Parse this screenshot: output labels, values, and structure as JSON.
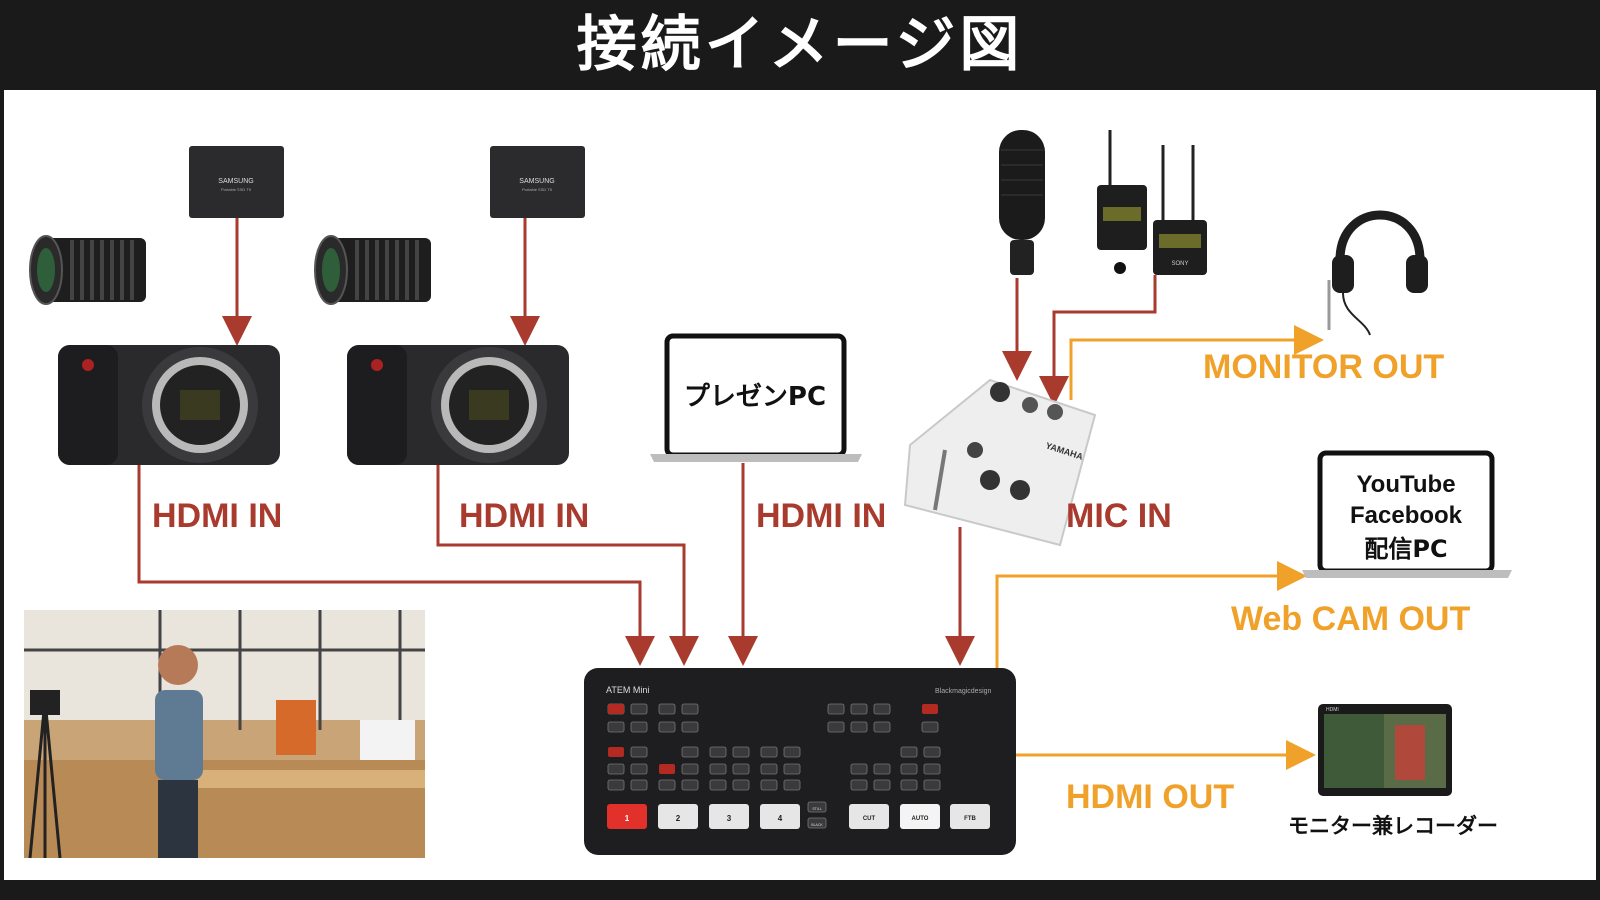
{
  "title": "接続イメージ図",
  "devices": {
    "ssd_brand": "SAMSUNG",
    "ssd_model": "Portable SSD T5",
    "presen_pc": "プレゼンPC",
    "stream_pc_line1": "YouTube",
    "stream_pc_line2": "Facebook",
    "stream_pc_line3": "配信PC",
    "monitor_recorder": "モニター兼レコーダー",
    "mixer_brand": "YAMAHA",
    "atem_name": "ATEM Mini",
    "atem_brand": "Blackmagicdesign",
    "atem_buttons": [
      "1",
      "2",
      "3",
      "4",
      "CUT",
      "AUTO",
      "FTB"
    ],
    "atem_small": [
      "STILL",
      "BLACK"
    ],
    "wireless_brand": "SONY",
    "monitor_tag": "HDMI"
  },
  "connections": {
    "hdmi_in_1": "HDMI IN",
    "hdmi_in_2": "HDMI IN",
    "hdmi_in_3": "HDMI IN",
    "mic_in": "MIC IN",
    "monitor_out": "MONITOR OUT",
    "webcam_out": "Web CAM OUT",
    "hdmi_out": "HDMI OUT"
  },
  "colors": {
    "input_line": "#a83a2e",
    "output_line": "#f0a12a",
    "background": "#1a1a1a"
  }
}
